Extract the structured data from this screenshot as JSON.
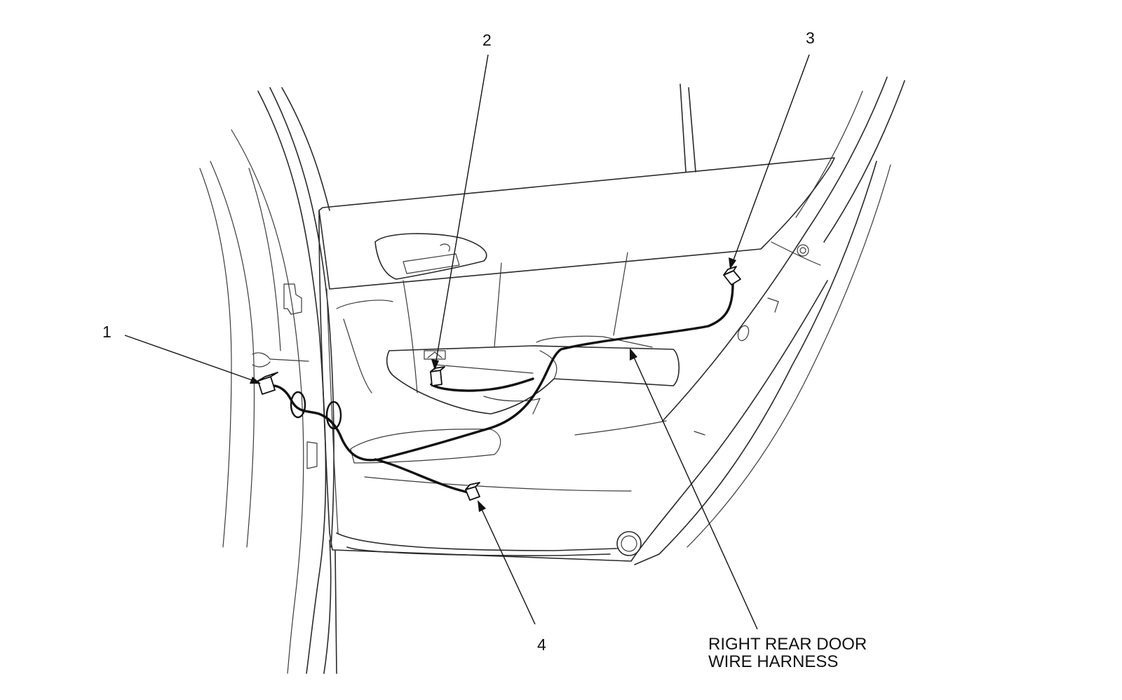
{
  "callouts": {
    "c1": "1",
    "c2": "2",
    "c3": "3",
    "c4": "4"
  },
  "harness_label": "RIGHT REAR DOOR\nWIRE HARNESS"
}
